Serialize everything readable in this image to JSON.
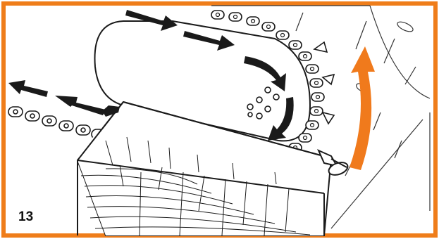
{
  "figure": {
    "number": "13"
  },
  "colors": {
    "frame": "#ef7d1a",
    "accent_arrow": "#f07a1c",
    "ink": "#1a1a1a",
    "background": "#ffffff"
  },
  "icons": [
    "chain-direction-arrow",
    "rotation-arrow",
    "chain-link",
    "wood-block",
    "guide-bar"
  ]
}
